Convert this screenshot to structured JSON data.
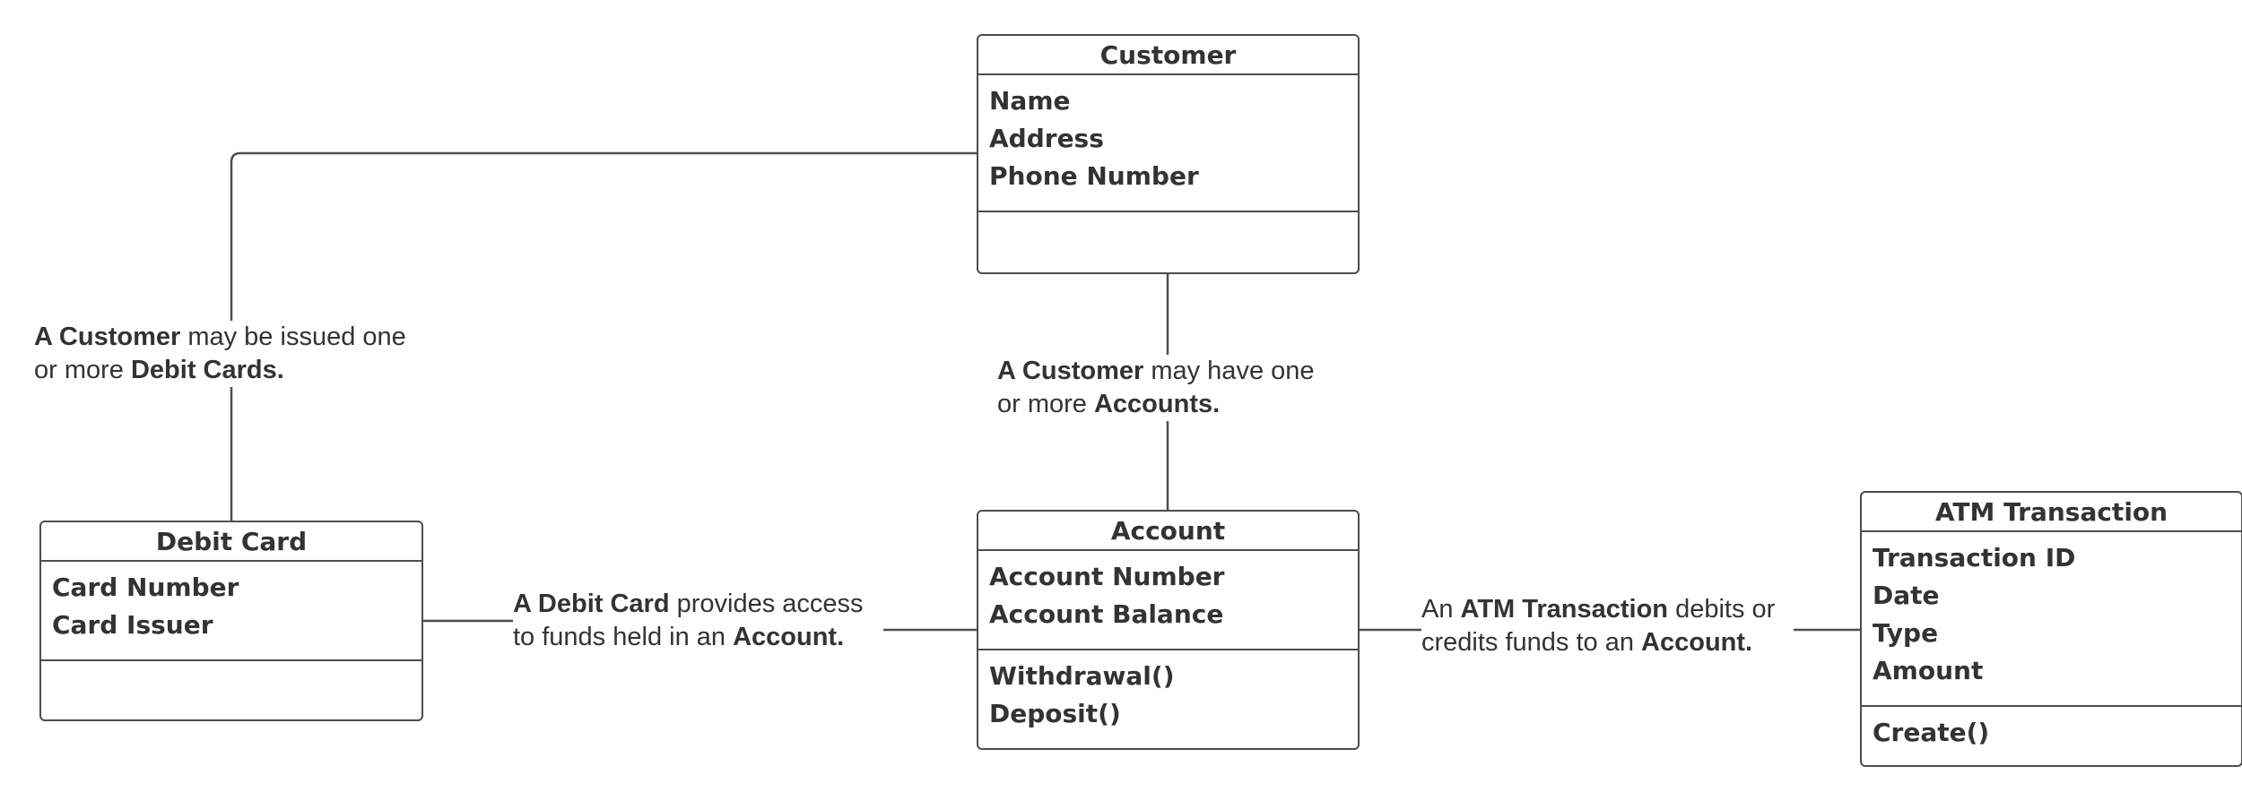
{
  "classes": {
    "customer": {
      "name": "Customer",
      "attributes": [
        "Name",
        "Address",
        "Phone Number"
      ],
      "operations": []
    },
    "debit_card": {
      "name": "Debit Card",
      "attributes": [
        "Card Number",
        "Card Issuer"
      ],
      "operations": []
    },
    "account": {
      "name": "Account",
      "attributes": [
        "Account Number",
        "Account Balance"
      ],
      "operations": [
        "Withdrawal()",
        "Deposit()"
      ]
    },
    "atm_transaction": {
      "name": "ATM Transaction",
      "attributes": [
        "Transaction ID",
        "Date",
        "Type",
        "Amount"
      ],
      "operations": [
        "Create()"
      ]
    }
  },
  "relationships": {
    "customer_debit_card": {
      "line1_bold": "A Customer",
      "line1_rest": " may be issued one",
      "line2_start": "or more ",
      "line2_bold": "Debit Cards."
    },
    "customer_account": {
      "line1_bold": "A Customer",
      "line1_rest": " may have one",
      "line2_start": "or more ",
      "line2_bold": "Accounts."
    },
    "debit_card_account": {
      "line1_bold": "A Debit Card",
      "line1_rest": " provides access",
      "line2_start": "to funds held in an ",
      "line2_bold": "Account."
    },
    "atm_account": {
      "line1_start": "An ",
      "line1_bold": "ATM Transaction",
      "line1_rest": " debits or",
      "line2_start": "credits funds to an ",
      "line2_bold": "Account."
    }
  }
}
